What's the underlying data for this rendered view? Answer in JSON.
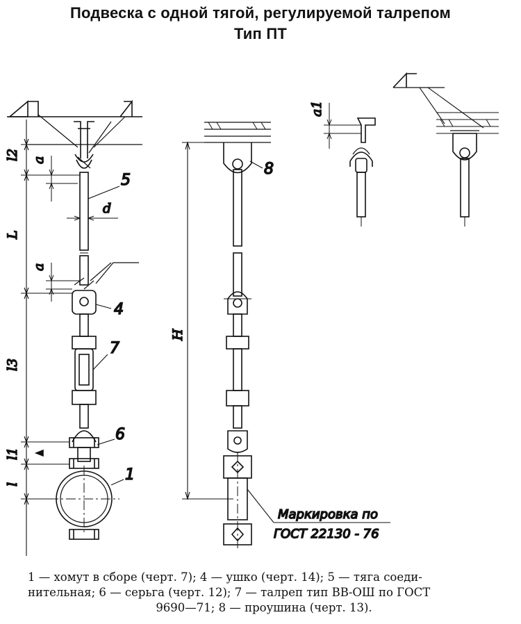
{
  "title": {
    "line1": "Подвеска с одной тягой, регулируемой талрепом",
    "line2": "Тип ПТ"
  },
  "labels": {
    "l2": "l2",
    "a": "a",
    "L": "L",
    "d": "d",
    "l3": "l3",
    "l1": "l1",
    "l": "l",
    "H": "H",
    "a1": "a1",
    "n5": "5",
    "n4": "4",
    "n7": "7",
    "n6": "6",
    "n1": "1",
    "n8": "8"
  },
  "marking": {
    "line1": "Маркировка по",
    "line2": "ГОСТ 22130 - 76"
  },
  "caption": {
    "line1": "1 — хомут в сборе (черт. 7); 4 — ушко (черт. 14); 5 — тяга соеди-",
    "line2": "нительная; 6 — серьга (черт. 12); 7 — талреп тип ВВ-ОШ по ГОСТ",
    "line3": "9690—71; 8 — проушина (черт. 13)."
  }
}
